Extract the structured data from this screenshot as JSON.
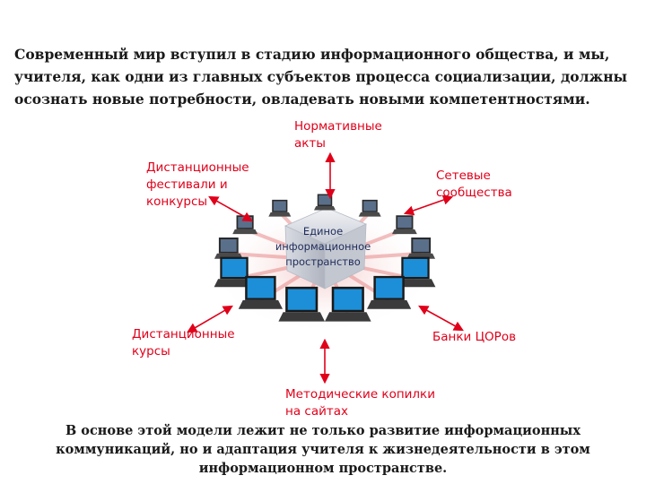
{
  "intro": "Современный мир вступил в стадию информационного общества, и мы, учителя, как одни из главных субъектов процесса социализации, должны осознать новые потребности, овладевать новыми компетентностями.",
  "center": [
    "Единое",
    "информационное",
    "пространство"
  ],
  "labels": {
    "top": "Нормативные\nакты",
    "top_right": "Сетевые\nсообщества",
    "top_left": "Дистанционные\nфестивали и\nконкурсы",
    "bottom_left": "Дистанционные\nкурсы",
    "bottom_right": "Банки ЦОРов",
    "bottom": "Методические копилки\nна сайтах"
  },
  "outro": "В основе этой модели лежит не только развитие информационных коммуникаций, но и адаптация учителя к жизнедеятельности в этом информационном пространстве.",
  "colors": {
    "label": "#e0001a",
    "arrow": "#e0001a",
    "cube": "#c9cdd6",
    "screen": "#1d8fd8"
  }
}
